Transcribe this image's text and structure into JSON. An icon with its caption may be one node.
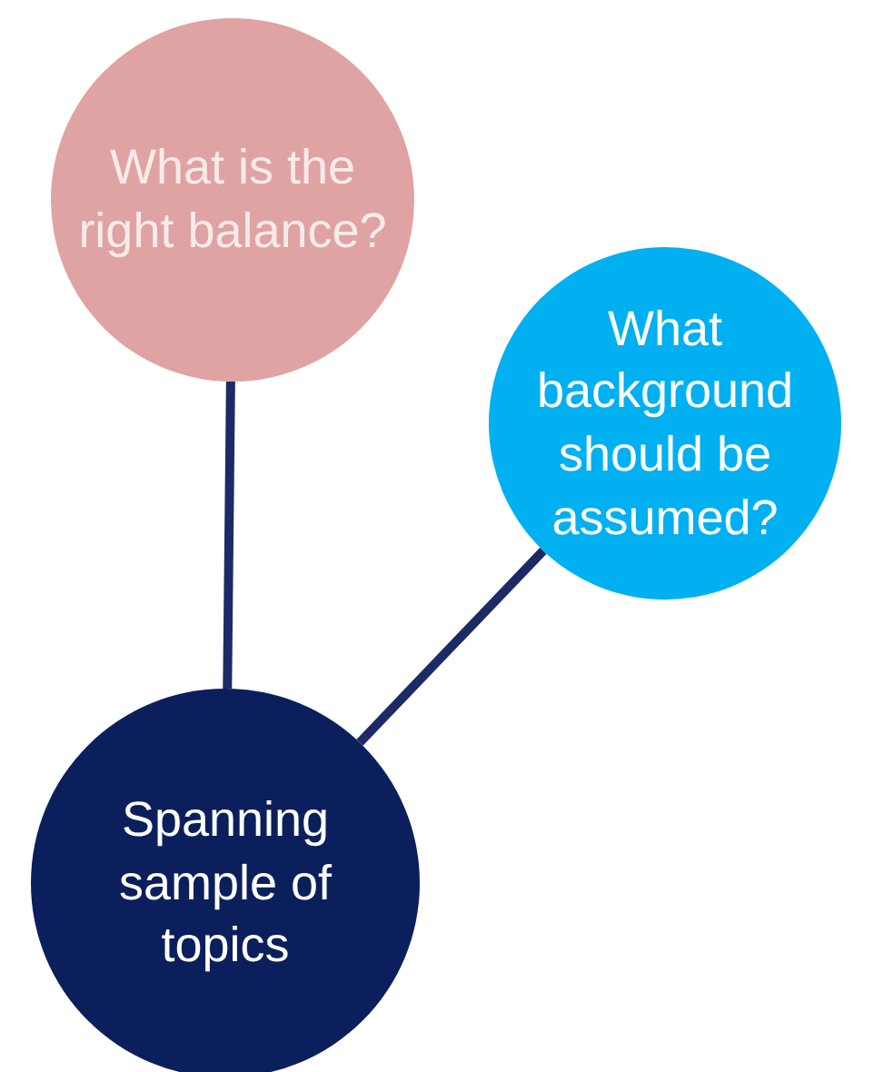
{
  "diagram": {
    "nodes": [
      {
        "text": [
          "What is the right balance?"
        ]
      },
      {
        "text": [
          "What background should be assumed?"
        ]
      },
      {
        "text": [
          "Spanning sample of topics"
        ]
      }
    ],
    "edges": [
      {
        "from": 0,
        "to": 2,
        "arrow": "none"
      },
      {
        "from": 1,
        "to": 2,
        "arrow": "none"
      }
    ]
  }
}
